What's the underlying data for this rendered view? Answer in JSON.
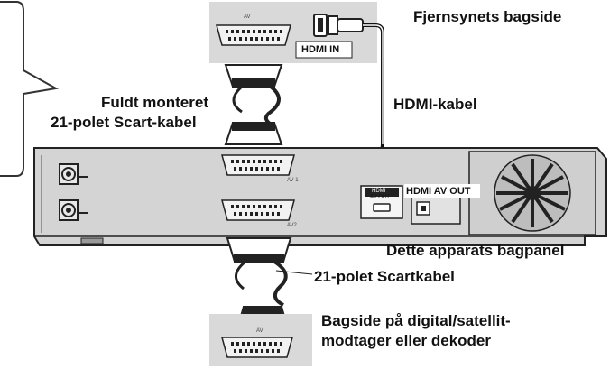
{
  "labels": {
    "tv_back": "Fjernsynets bagside",
    "tv_av": "AV",
    "hdmi_in": "HDMI IN",
    "hdmi_cable": "HDMI-kabel",
    "scart_full_line1": "Fuldt monteret",
    "scart_full_line2": "21-polet Scart-kabel",
    "hdmi_av_out": "HDMI AV OUT",
    "unit_back": "Dette apparats bagpanel",
    "scart_cable": "21-polet Scartkabel",
    "decoder_line1": "Bagside på digital/satellit-",
    "decoder_line2": "modtager eller dekoder",
    "decoder_av": "AV",
    "port_av1": "AV 1",
    "port_av2": "AV2",
    "hdmi_port_top": "HDMI",
    "hdmi_port_bottom": "AV OUT"
  },
  "colors": {
    "panel_gray": "#d9d9d9",
    "unit_body": "#d4d4d4",
    "outline": "#222222"
  }
}
